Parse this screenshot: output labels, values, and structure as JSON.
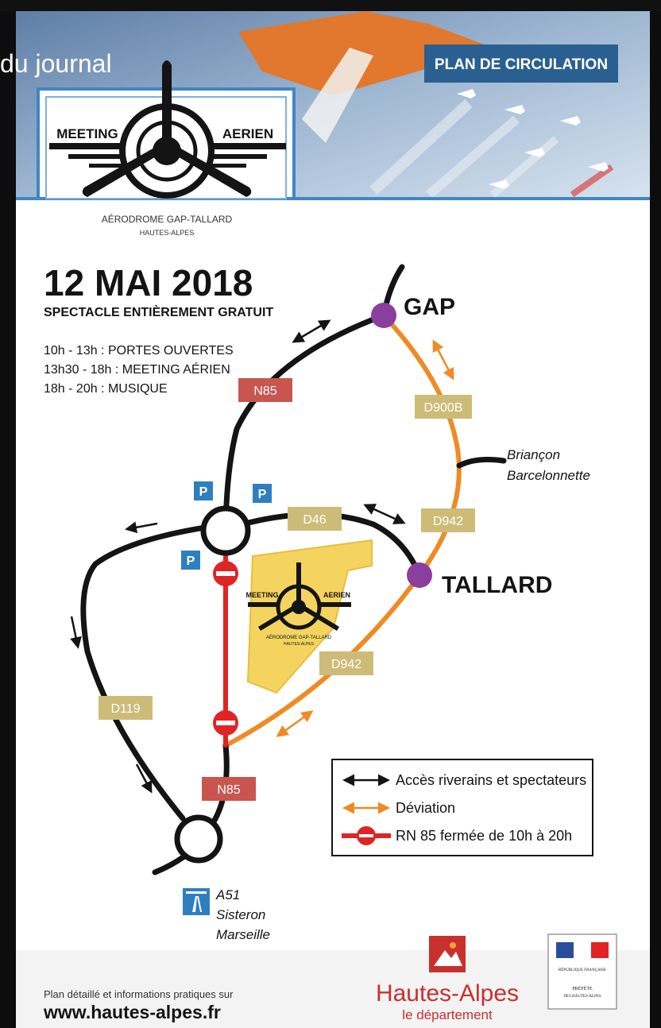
{
  "overlay": {
    "caption": "du journal"
  },
  "header": {
    "tag": "PLAN DE CIRCULATION",
    "logo_left": "MEETING",
    "logo_right": "AERIEN",
    "logo_place": "AÉRODROME GAP-TALLARD",
    "logo_region": "HAUTES-ALPES"
  },
  "event": {
    "date": "12 MAI 2018",
    "subtitle": "SPECTACLE ENTIÈREMENT GRATUIT",
    "schedule": [
      "10h - 13h : PORTES OUVERTES",
      "13h30 - 18h : MEETING AÉRIEN",
      "18h - 20h : MUSIQUE"
    ]
  },
  "map": {
    "towns": {
      "gap": "GAP",
      "tallard": "TALLARD"
    },
    "roads": {
      "n85_top": "N85",
      "n85_bottom": "N85",
      "d900b": "D900B",
      "d46": "D46",
      "d942_upper": "D942",
      "d942_lower": "D942",
      "d119": "D119"
    },
    "destinations": {
      "northeast_1": "Briançon",
      "northeast_2": "Barcelonnette",
      "south_1": "A51",
      "south_2": "Sisteron",
      "south_3": "Marseille"
    },
    "parking": "P",
    "site_logo_left": "MEETING",
    "site_logo_right": "AERIEN",
    "site_logo_place": "AÉRODROME GAP-TALLARD",
    "site_logo_region": "HAUTES-ALPES"
  },
  "legend": {
    "items": [
      "Accès riverains et spectateurs",
      "Déviation",
      "RN 85 fermée de 10h à 20h"
    ]
  },
  "footer": {
    "info": "Plan détaillé et informations pratiques sur",
    "url": "www.hautes-alpes.fr",
    "dept_name": "Hautes-Alpes",
    "dept_sub": "le département",
    "prefecture_1": "PRÉFÈTE",
    "prefecture_2": "DES HAUTES-ALPES",
    "republic": "RÉPUBLIQUE FRANÇAISE"
  },
  "colors": {
    "black_road": "#141414",
    "orange": "#ef8a24",
    "red": "#e02424",
    "purple": "#8a3f9e",
    "tan_label": "#cdbb78",
    "red_label": "#c9554f",
    "blue": "#2f7fbf",
    "yellow_site": "#f4d45f",
    "navy_tag": "#2a5f91"
  }
}
